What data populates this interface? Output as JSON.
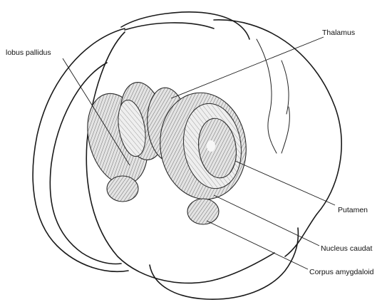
{
  "labels": {
    "thalamus": "Thalamus",
    "globus_pallidus": "lobus pallidus",
    "putamen": "Putamen",
    "nucleus_caudatus": "Nucleus caudat",
    "corpus_amygdaloideum": "Corpus amygdaloid"
  },
  "colors": {
    "ink": "#1a1a1a",
    "hatch": "#7a7a7a",
    "background": "#ffffff"
  }
}
